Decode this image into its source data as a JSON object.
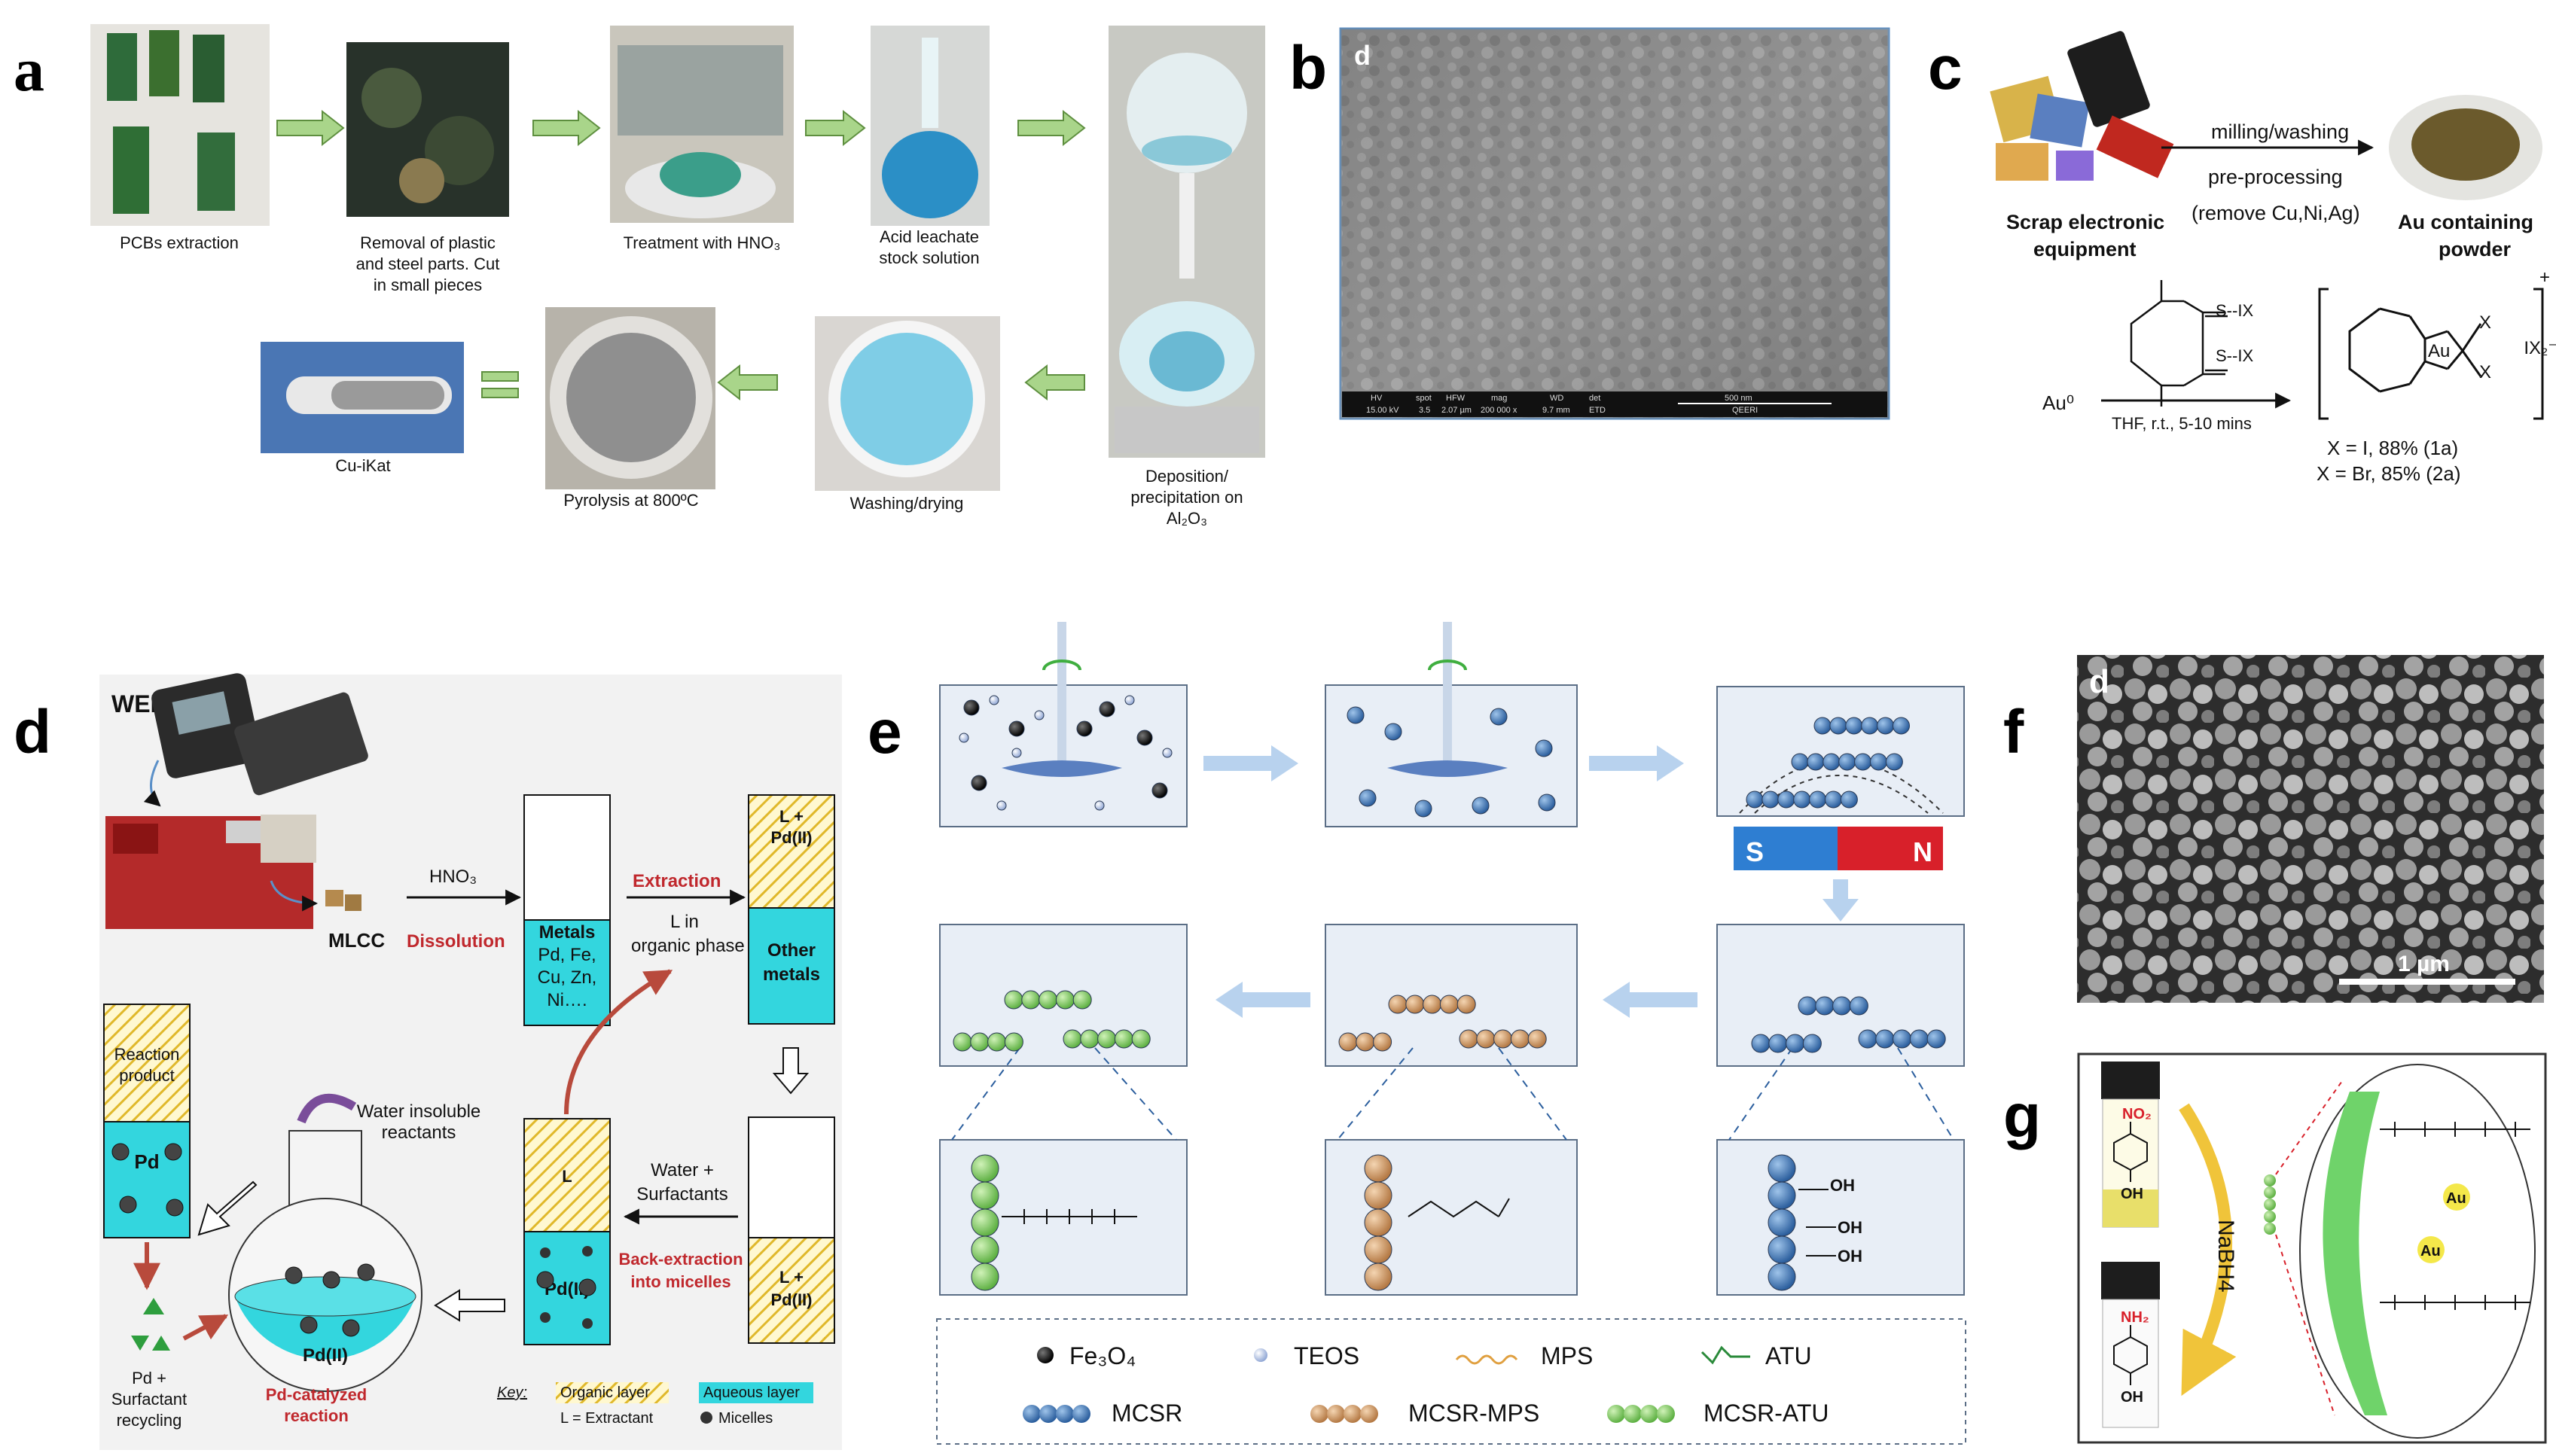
{
  "panel_letters": {
    "a": "a",
    "b": "b",
    "c": "c",
    "d": "d",
    "e": "e",
    "f": "f",
    "g": "g"
  },
  "panel_a": {
    "steps": [
      "PCBs extraction",
      "Removal of plastic",
      "and steel parts. Cut",
      "in small pieces",
      "Treatment with HNO₃",
      "Acid leachate",
      "stock solution",
      "Deposition/",
      "precipitation on",
      "Al₂O₃",
      "Washing/drying",
      "Pyrolysis at 800ºC",
      "Cu-iKat"
    ]
  },
  "panel_b": {
    "inset_letter": "d",
    "scale_bar": "500 nm",
    "footer": [
      "HV",
      "15.00 kV",
      "spot",
      "3.5",
      "HFW",
      "2.07 µm",
      "mag",
      "200 000 x",
      "WD",
      "9.7 mm",
      "det",
      "ETD",
      "QEERI"
    ]
  },
  "panel_c": {
    "arrow_top": "milling/washing",
    "arrow_mid": "pre-processing",
    "arrow_bottom": "(remove Cu,Ni,Ag)",
    "left_label_1": "Scrap electronic",
    "left_label_2": "equipment",
    "right_label_1": "Au containing",
    "right_label_2": "powder",
    "reagent_sx": "S--IX",
    "reagent_sx2": "S--IX",
    "au0": "Au⁰",
    "conditions": "THF, r.t., 5-10 mins",
    "product_x": "X",
    "product_au": "Au",
    "product_counter": "IX₂⁻",
    "product_charge": "+",
    "yield_1": "X = I, 88% (1a)",
    "yield_2": "X = Br, 85% (2a)"
  },
  "panel_d": {
    "weee": "WEEE",
    "mlcc": "MLCC",
    "hno3": "HNO₃",
    "dissolution": "Dissolution",
    "metals": [
      "Metals",
      "Pd, Fe,",
      "Cu, Zn,",
      "Ni…."
    ],
    "extraction": "Extraction",
    "l_in": "L in",
    "organic_phase": "organic phase",
    "l_pd": "L +",
    "pd_ii": "Pd(II)",
    "other_metals": [
      "Other",
      "metals"
    ],
    "water_insoluble": [
      "Water insoluble",
      "reactants"
    ],
    "reaction_product": [
      "Reaction",
      "product"
    ],
    "pd": "Pd",
    "l": "L",
    "water_surfactants": [
      "Water +",
      "Surfactants"
    ],
    "back_extraction": [
      "Back-extraction",
      "into micelles"
    ],
    "pd_recycling": [
      "Pd +",
      "Surfactant",
      "recycling"
    ],
    "pd_catalyzed": [
      "Pd-catalyzed",
      "reaction"
    ],
    "key": "Key:",
    "organic_layer": "Organic layer",
    "aqueous_layer": "Aqueous layer",
    "l_extractant": "L = Extractant",
    "micelles": "Micelles"
  },
  "panel_e": {
    "magnet_s": "S",
    "magnet_n": "N",
    "legend": {
      "fe3o4": "Fe₃O₄",
      "teos": "TEOS",
      "mps": "MPS",
      "atu": "ATU",
      "mcsr": "MCSR",
      "mcsr_mps": "MCSR-MPS",
      "mcsr_atu": "MCSR-ATU"
    },
    "oh": "OH"
  },
  "panel_f": {
    "inset_letter": "d",
    "scale_bar": "1 µm"
  },
  "panel_g": {
    "reagent": "NaBH4",
    "no2": "NO₂",
    "nh2": "NH₂",
    "oh": "OH",
    "au": "Au"
  },
  "colors": {
    "arrow_green": "#a9d58a",
    "aqueous": "#33d6de",
    "organic_hatch": "#e9c83a",
    "red_text": "#c0282d",
    "mcsr_blue": "#3f7fc0",
    "mps_tan": "#d9a878",
    "atu_green": "#8fd46e",
    "process_arrow_blue": "#b8d2ee"
  }
}
